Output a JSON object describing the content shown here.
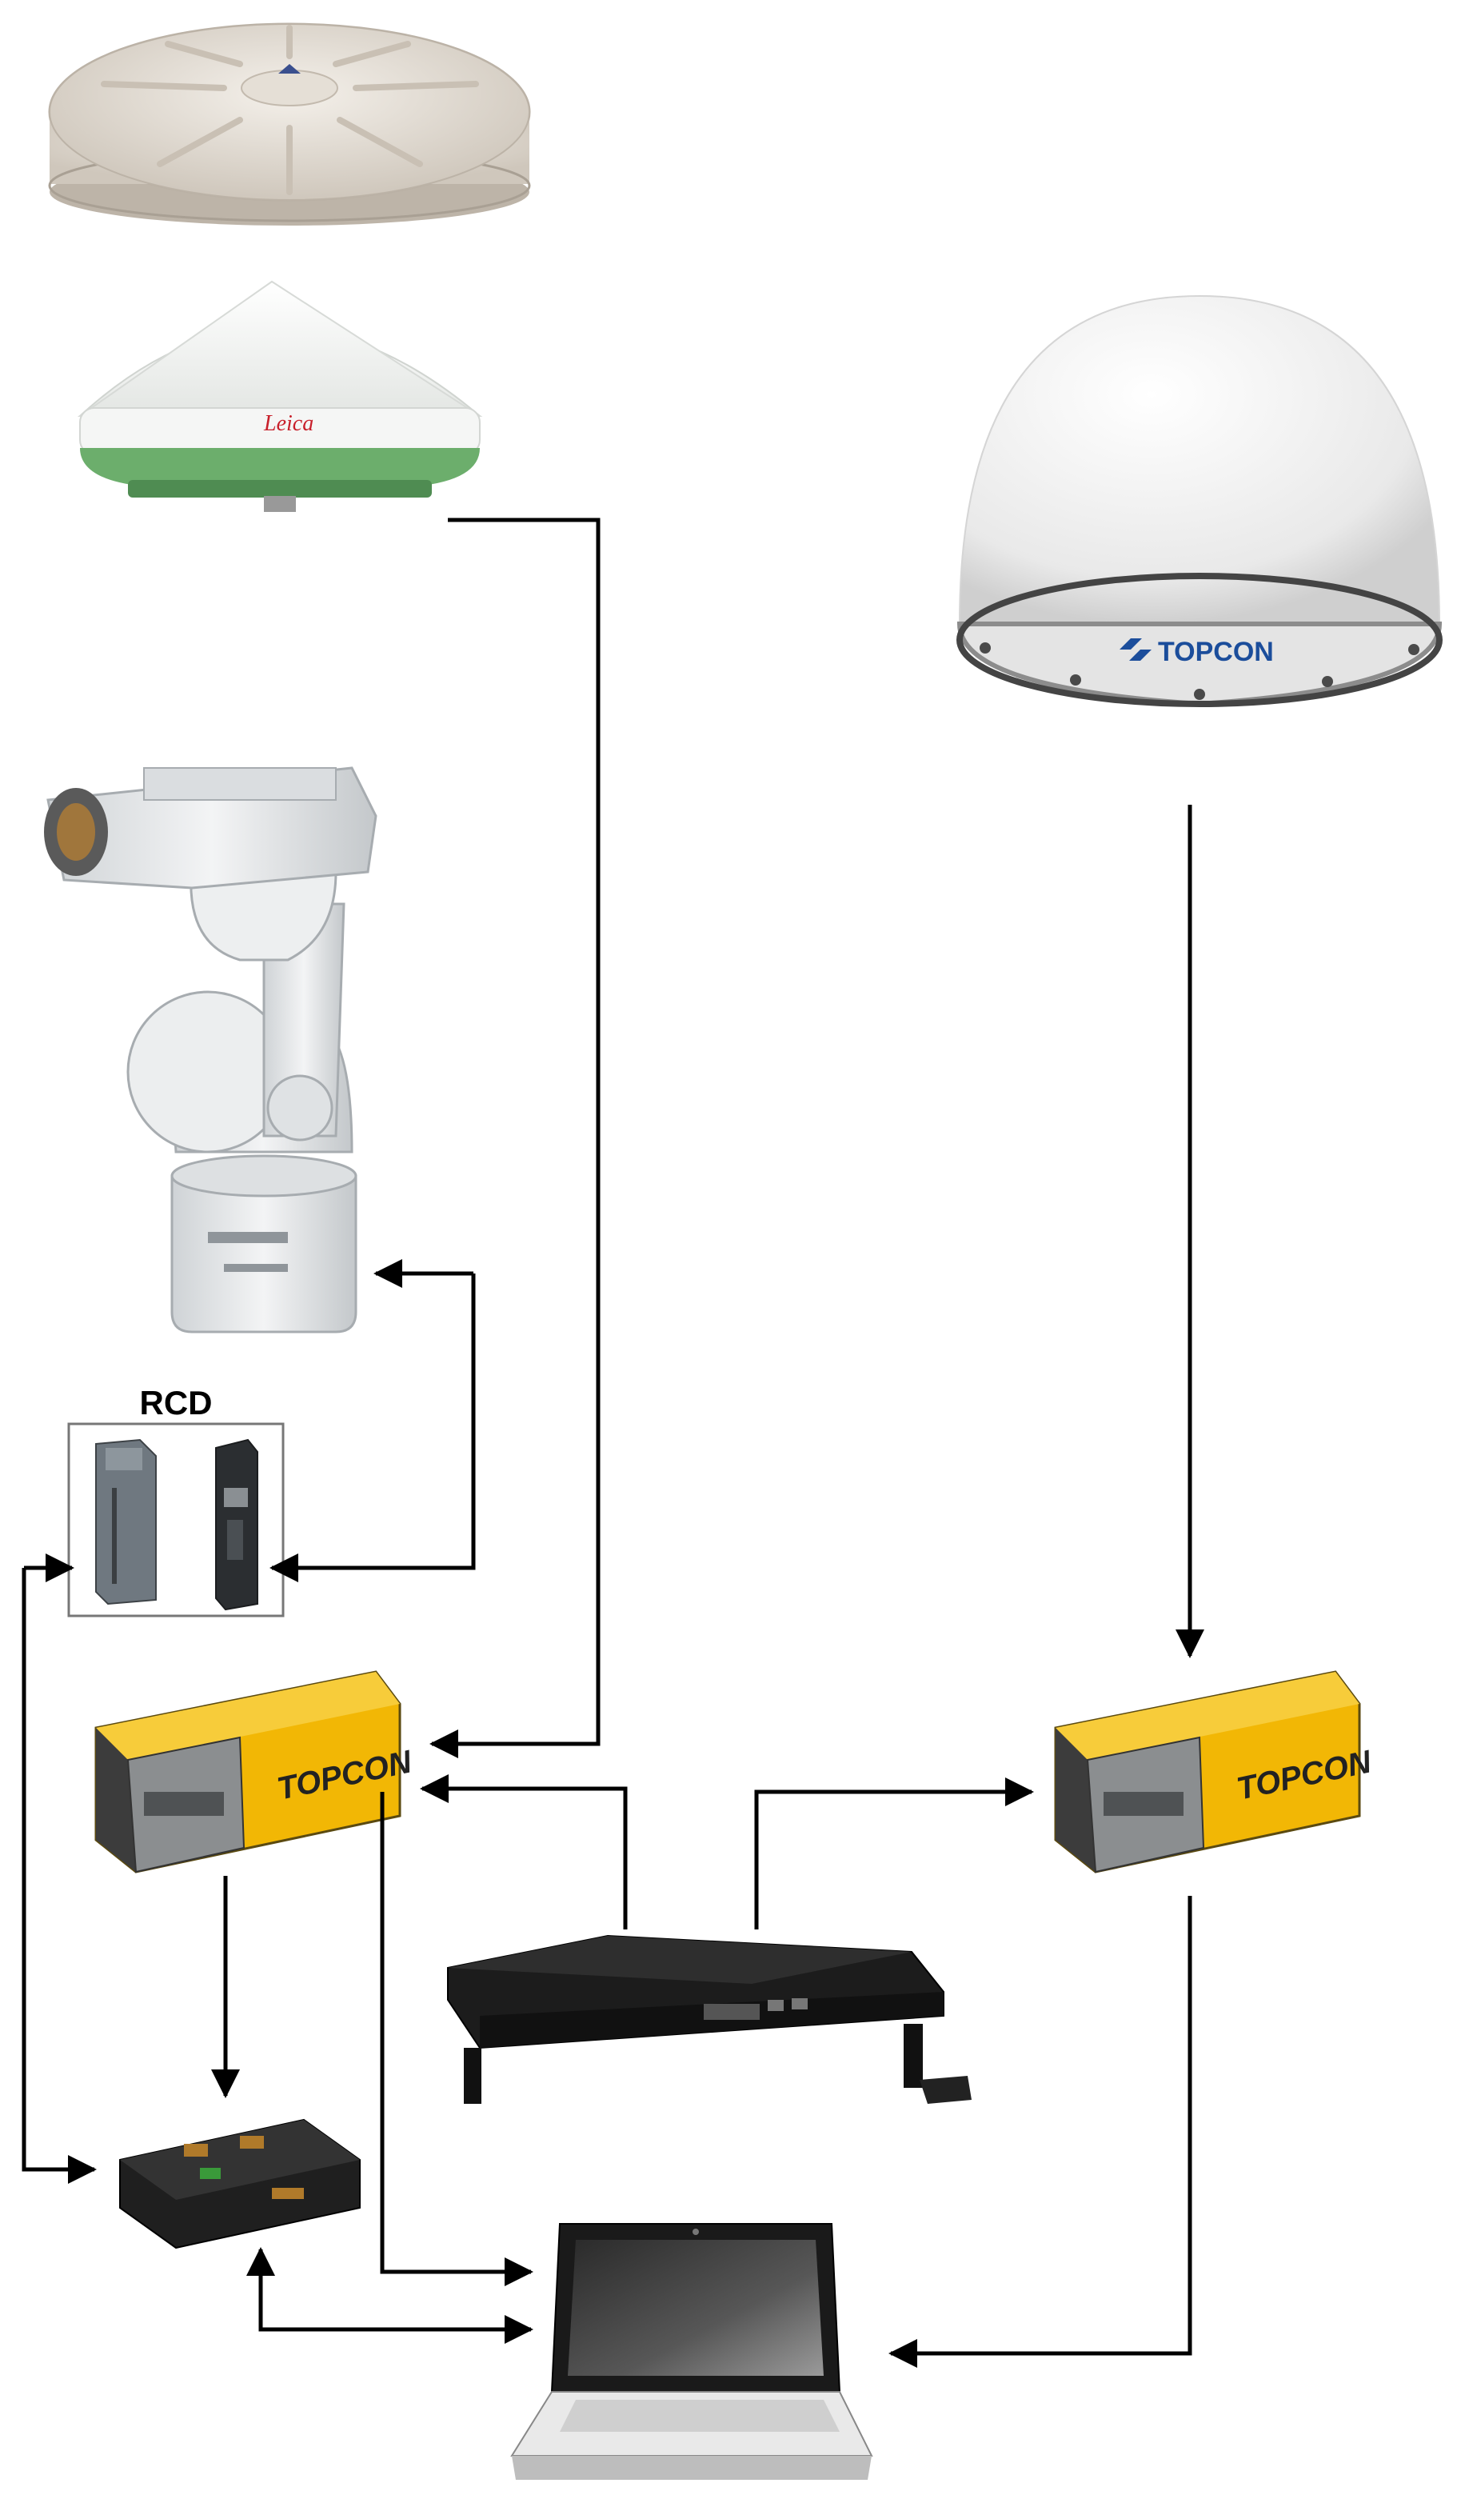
{
  "diagram": {
    "rcd_label": "RCD",
    "leica_brand": "Leica",
    "topcon_brand": "TOPCON"
  },
  "icons": {
    "choke_ring_antenna": "choke-ring-antenna-icon",
    "leica_antenna": "leica-gnss-antenna-icon",
    "topcon_dome_antenna": "topcon-dome-antenna-icon",
    "robot_arm": "robot-arm-icon",
    "rcd_controller": "rcd-controller-icon",
    "receiver_left": "topcon-receiver-icon",
    "receiver_right": "topcon-receiver-icon",
    "splitter": "signal-distributor-icon",
    "embedded_board": "embedded-board-icon",
    "laptop": "laptop-icon"
  },
  "colors": {
    "receiver_yellow": "#f2b705",
    "antenna_green": "#6cae6c",
    "topcon_blue": "#1b4d9b",
    "arrow": "#000000"
  }
}
